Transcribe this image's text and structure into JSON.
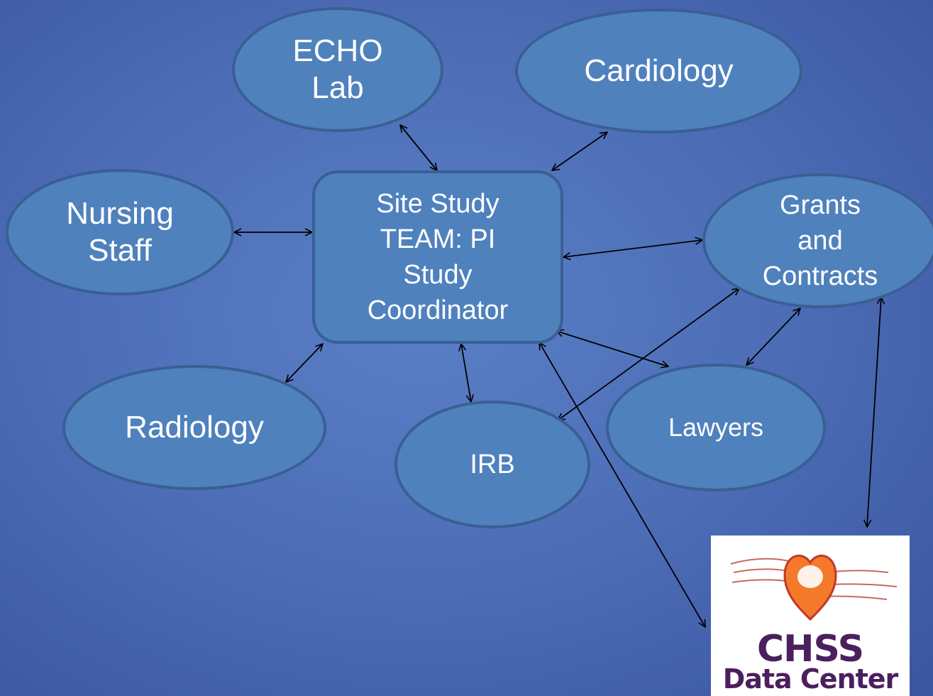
{
  "nodes": {
    "echo_lab": "ECHO\nLab",
    "cardiology": "Cardiology",
    "nursing_staff": "Nursing\nStaff",
    "site_study_team": "Site Study\nTEAM: PI\nStudy\nCoordinator",
    "grants_contracts": "Grants\nand\nContracts",
    "radiology": "Radiology",
    "irb": "IRB",
    "lawyers": "Lawyers"
  },
  "logo": {
    "line1": "CHSS",
    "line2": "Data Center"
  },
  "colors": {
    "background": "#4e6fb8",
    "node_fill": "#4f81bd",
    "node_border": "#3a5f93",
    "node_text": "#ffffff",
    "arrow": "#000000",
    "logo_heart": "#f47a2a",
    "logo_text": "#4b1f5e"
  },
  "connections": [
    {
      "from": "site_study_team",
      "to": "echo_lab"
    },
    {
      "from": "site_study_team",
      "to": "cardiology"
    },
    {
      "from": "site_study_team",
      "to": "nursing_staff"
    },
    {
      "from": "site_study_team",
      "to": "grants_contracts"
    },
    {
      "from": "site_study_team",
      "to": "radiology"
    },
    {
      "from": "site_study_team",
      "to": "irb"
    },
    {
      "from": "site_study_team",
      "to": "lawyers"
    },
    {
      "from": "site_study_team",
      "to": "chss_data_center"
    },
    {
      "from": "grants_contracts",
      "to": "irb"
    },
    {
      "from": "grants_contracts",
      "to": "lawyers"
    },
    {
      "from": "grants_contracts",
      "to": "chss_data_center"
    }
  ]
}
